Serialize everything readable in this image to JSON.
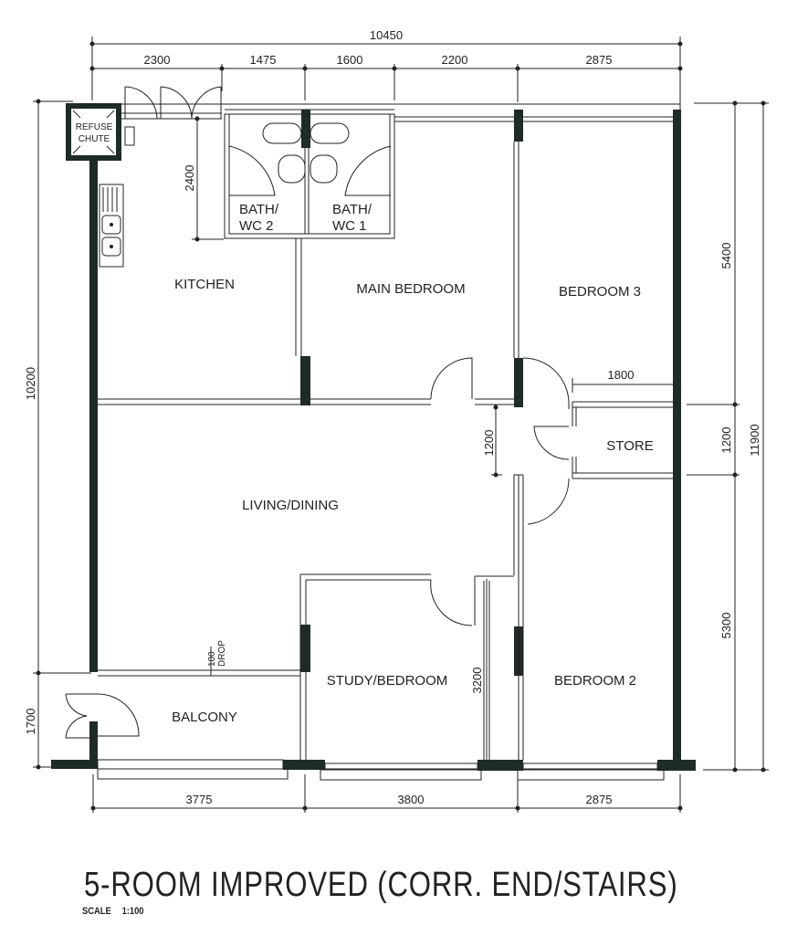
{
  "plan": {
    "title": "5-ROOM IMPROVED (CORR. END/STAIRS)",
    "scale_label": "SCALE",
    "scale_value": "1:100",
    "wall_color": "#1f2b25",
    "line_color": "#222222"
  },
  "rooms": {
    "refuse_chute": "REFUSE CHUTE",
    "refuse_line1": "REFUSE",
    "refuse_line2": "CHUTE",
    "bath2_line1": "BATH/",
    "bath2_line2": "WC 2",
    "bath1_line1": "BATH/",
    "bath1_line2": "WC 1",
    "kitchen": "KITCHEN",
    "main_bedroom": "MAIN BEDROOM",
    "bedroom3": "BEDROOM 3",
    "store": "STORE",
    "living_dining": "LIVING/DINING",
    "study_bedroom": "STUDY/BEDROOM",
    "bedroom2": "BEDROOM 2",
    "balcony": "BALCONY",
    "drop_value": "100",
    "drop_label": "DROP"
  },
  "dimensions": {
    "top_total": "10450",
    "top_segments": [
      "2300",
      "1475",
      "1600",
      "2200",
      "2875"
    ],
    "bottom_segments": [
      "3775",
      "3800",
      "2875"
    ],
    "left_upper": "10200",
    "left_lower": "1700",
    "right_segments": [
      "5400",
      "1200",
      "5300"
    ],
    "right_total": "11900",
    "bath_height": "2400",
    "store_width": "1800",
    "corridor_width": "1200",
    "study_depth": "3200"
  }
}
